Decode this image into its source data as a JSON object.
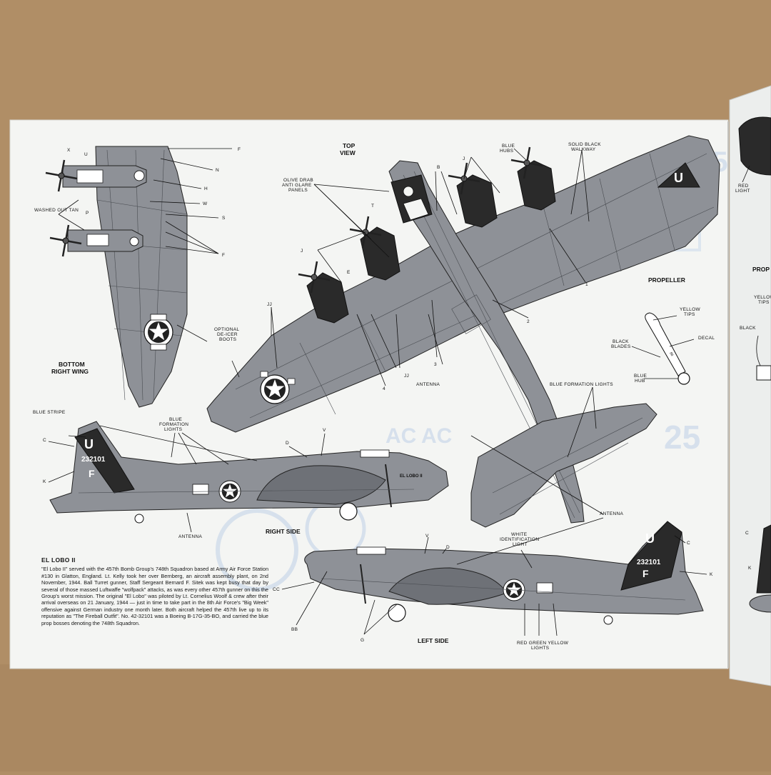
{
  "views": {
    "top": "TOP\nVIEW",
    "bottom_wing": "BOTTOM\nRIGHT WING",
    "right_side": "RIGHT SIDE",
    "left_side": "LEFT SIDE",
    "propeller": "PROPELLER"
  },
  "labels": {
    "olive_drab": "OLIVE DRAB\nANTI GLARE\nPANELS",
    "blue_hubs": "BLUE\nHUBS",
    "solid_black_walkway": "SOLID BLACK\nWALKWAY",
    "washed_out_tan": "WASHED\nOUT TAN",
    "optional_deicer": "OPTIONAL\nDE-ICER\nBOOTS",
    "blue_stripe": "BLUE STRIPE",
    "blue_formation_lights_side": "BLUE\nFORMATION\nLIGHTS",
    "blue_formation_lights_top": "BLUE FORMATION LIGHTS",
    "antenna": "ANTENNA",
    "white_identification_light": "WHITE\nIDENTIFICATION\nLIGHT",
    "red_green_yellow_lights": "RED  GREEN  YELLOW\nLIGHTS",
    "yellow_tips": "YELLOW\nTIPS",
    "decal": "DECAL",
    "black_blades": "BLACK\nBLADES",
    "blue_hub": "BLUE\nHUB",
    "red_light": "RED\nLIGHT",
    "yellow_tips_right": "YELLOW\nTIPS",
    "black": "BLACK",
    "prop_cut": "PROP"
  },
  "callouts": {
    "F": "F",
    "N": "N",
    "H": "H",
    "W": "W",
    "S": "S",
    "X": "X",
    "U": "U",
    "P": "P",
    "J": "J",
    "T": "T",
    "E": "E",
    "B": "B",
    "JJ": "JJ",
    "C": "C",
    "K": "K",
    "D": "D",
    "V": "V",
    "CC": "CC",
    "BB": "BB",
    "G": "G",
    "n1": "1",
    "n2": "2",
    "n3": "3",
    "n4": "4"
  },
  "markings": {
    "tail_letter": "U",
    "serial": "232101",
    "tail_sub": "F",
    "nose_name": "EL LOBO II"
  },
  "caption": {
    "title": "EL LOBO II",
    "body": "\"El Lobo II\" served with the 457th Bomb Group's 748th Squadron based at Army Air Force Station #130 in Glatton, England. Lt. Kelly took her over Bernberg, an aircraft assembly plant, on 2nd November, 1944. Ball Turret gunner, Staff Sergeant Bernard F. Sitek was kept busy that day by several of those massed Luftwaffe \"wolfpack\" attacks, as was every other 457th gunner on this the Group's worst mission. The original \"El Lobo\" was piloted by Lt. Cornelius Woolf & crew after their arrival overseas on 21 January, 1944 — just in time to take part in the 8th Air Force's \"Big Week\" offensive against German industry one month later. Both aircraft helped the 457th live up to its reputation as \"The Fireball Outfit\". No. 42-32101 was a Boeing B-17G-35-BO, and carried the blue prop bosses denoting the 748th Squadron."
  },
  "colors": {
    "cardboard": "#b08e66",
    "paper": "#f4f5f3",
    "aircraft_gray": "#8e9197",
    "olive_drab_panel": "#2a2a2a",
    "bleed_through_blue": "#cdd9ea"
  }
}
